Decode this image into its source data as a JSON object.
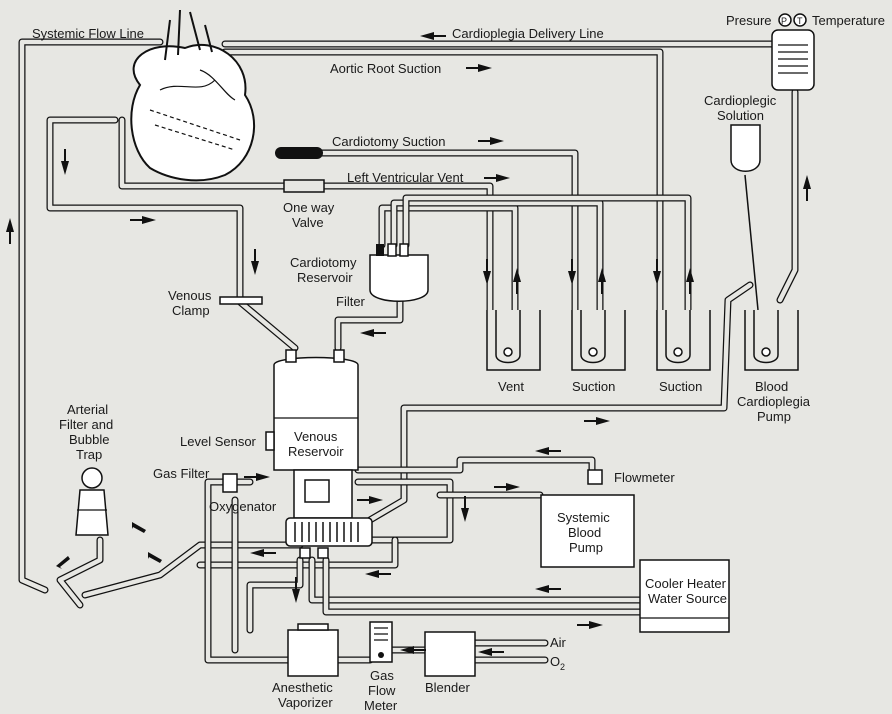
{
  "labels": {
    "systemic_flow_line": "Systemic Flow Line",
    "cardioplegia_delivery_line": "Cardioplegia Delivery Line",
    "aortic_root_suction": "Aortic Root Suction",
    "pressure": "Presure",
    "temperature": "Temperature",
    "p_symbol": "P",
    "t_symbol": "T",
    "cardioplegic_solution_1": "Cardioplegic",
    "cardioplegic_solution_2": "Solution",
    "cardiotomy_suction": "Cardiotomy Suction",
    "left_ventricular_vent": "Left Ventricular Vent",
    "one_way_valve_1": "One way",
    "one_way_valve_2": "Valve",
    "cardiotomy_reservoir_1": "Cardiotomy",
    "cardiotomy_reservoir_2": "Reservoir",
    "filter": "Filter",
    "venous_clamp_1": "Venous",
    "venous_clamp_2": "Clamp",
    "vent": "Vent",
    "suction_1": "Suction",
    "suction_2": "Suction",
    "blood_cardioplegia_pump_1": "Blood",
    "blood_cardioplegia_pump_2": "Cardioplegia",
    "blood_cardioplegia_pump_3": "Pump",
    "arterial_filter_1": "Arterial",
    "arterial_filter_2": "Filter and",
    "arterial_filter_3": "Bubble",
    "arterial_filter_4": "Trap",
    "level_sensor": "Level Sensor",
    "venous_reservoir_1": "Venous",
    "venous_reservoir_2": "Reservoir",
    "gas_filter": "Gas Filter",
    "oxygenator": "Oxygenator",
    "flowmeter": "Flowmeter",
    "systemic_blood_pump_1": "Systemic",
    "systemic_blood_pump_2": "Blood",
    "systemic_blood_pump_3": "Pump",
    "cooler_heater_1": "Cooler Heater",
    "cooler_heater_2": "Water Source",
    "air": "Air",
    "o2": "O",
    "o2_sub": "2",
    "anesthetic_vaporizer_1": "Anesthetic",
    "anesthetic_vaporizer_2": "Vaporizer",
    "gas_flow_meter_1": "Gas",
    "gas_flow_meter_2": "Flow",
    "gas_flow_meter_3": "Meter",
    "blender": "Blender"
  }
}
